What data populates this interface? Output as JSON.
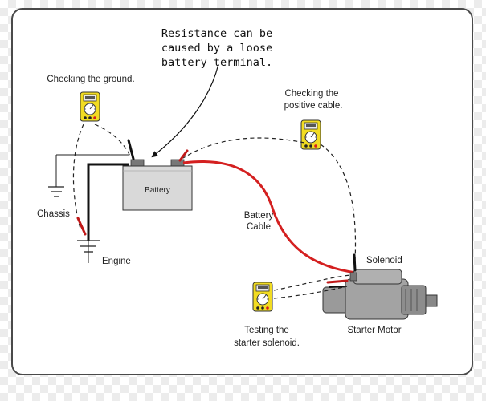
{
  "callout": {
    "line1": "Resistance can be",
    "line2": "caused by a loose",
    "line3": "battery terminal."
  },
  "labels": {
    "checking_ground": "Checking the ground.",
    "checking_positive_1": "Checking the",
    "checking_positive_2": "positive cable.",
    "chassis": "Chassis",
    "engine": "Engine",
    "battery": "Battery",
    "battery_cable_1": "Battery",
    "battery_cable_2": "Cable",
    "solenoid": "Solenoid",
    "starter_motor": "Starter Motor",
    "testing_1": "Testing the",
    "testing_2": "starter solenoid."
  },
  "colors": {
    "cable_red": "#d42020",
    "meter_yellow": "#f2dc22",
    "motor_gray": "#9a9a9a"
  }
}
